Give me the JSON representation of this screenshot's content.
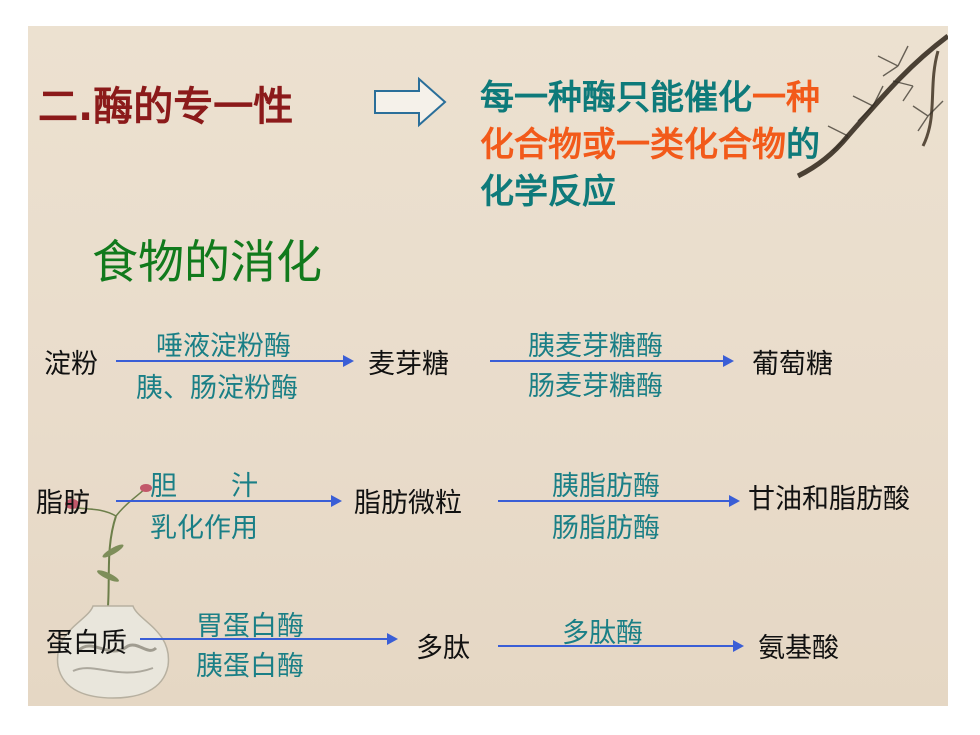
{
  "heading": {
    "prefix": "二.",
    "text": "酶的专一性"
  },
  "definition": {
    "line1_a": "每一种酶只能",
    "line1_b": "催化",
    "line1_c": "一种",
    "line2_a": "化合物或一类化合物",
    "line2_b": "的",
    "line3": "化学反应"
  },
  "subtitle": "食物的消化",
  "rows": [
    {
      "start": "淀粉",
      "enzyme1": [
        "唾液淀粉酶",
        "胰、肠淀粉酶"
      ],
      "middle": "麦芽糖",
      "enzyme2": [
        "胰麦芽糖酶",
        "肠麦芽糖酶"
      ],
      "end": "葡萄糖"
    },
    {
      "start": "脂肪",
      "enzyme1": [
        "胆　　汁",
        "乳化作用"
      ],
      "middle": "脂肪微粒",
      "enzyme2": [
        "胰脂肪酶",
        "肠脂肪酶"
      ],
      "end": "甘油和脂肪酸"
    },
    {
      "start": "蛋白质",
      "enzyme1": [
        "胃蛋白酶",
        "胰蛋白酶"
      ],
      "middle": "多肽",
      "enzyme2": [
        "多肽酶"
      ],
      "end": "氨基酸"
    }
  ],
  "colors": {
    "title": "#8b1a1a",
    "teal": "#0e7a7a",
    "orange": "#f25a1a",
    "green": "#117a1c",
    "arrow": "#3a5ed6"
  }
}
